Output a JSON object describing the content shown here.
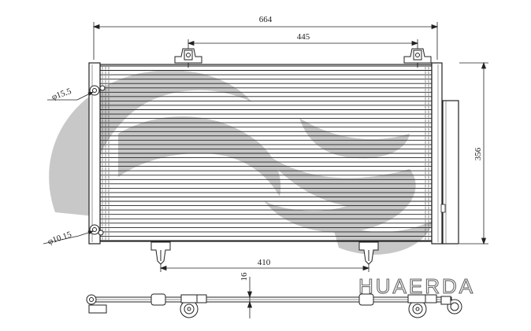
{
  "brand": {
    "name": "HUAERDA"
  },
  "dimensions": {
    "overall_width": "664",
    "bracket_span": "445",
    "height": "356",
    "bottom_span": "410",
    "thickness": "16",
    "pipe_upper": "φ15.5",
    "pipe_lower": "φ10.15"
  },
  "drawing": {
    "tube_count": 41
  },
  "colors": {
    "line": "#222222",
    "watermark": "#9a9a9a",
    "brand": "#666666"
  }
}
